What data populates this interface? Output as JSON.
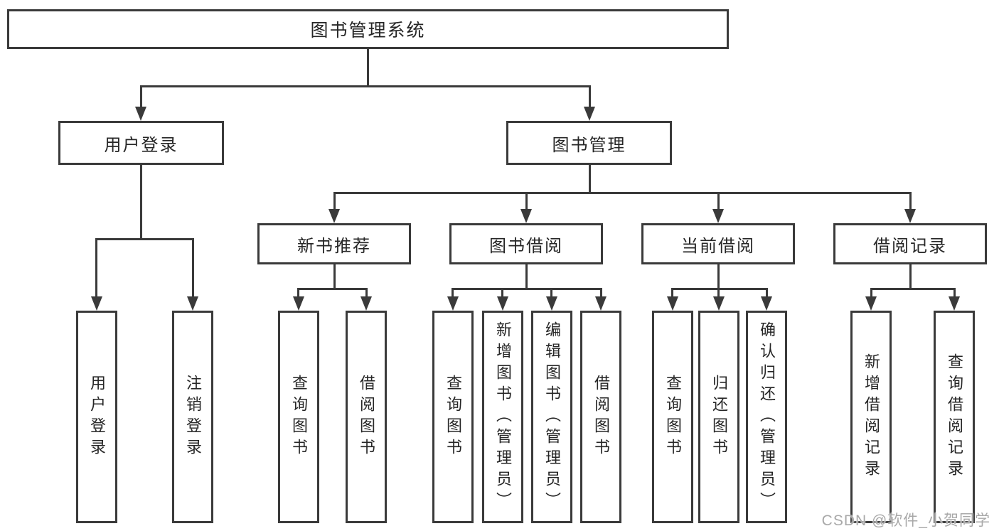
{
  "diagram": {
    "type": "hierarchy-tree",
    "root": {
      "label": "图书管理系统"
    },
    "level2": [
      {
        "label": "用户登录"
      },
      {
        "label": "图书管理"
      }
    ],
    "level3": [
      {
        "label": "新书推荐"
      },
      {
        "label": "图书借阅"
      },
      {
        "label": "当前借阅"
      },
      {
        "label": "借阅记录"
      }
    ],
    "leaves": {
      "login": [
        {
          "label": "用户登录"
        },
        {
          "label": "注销登录"
        }
      ],
      "recommend": [
        {
          "label": "查询图书"
        },
        {
          "label": "借阅图书"
        }
      ],
      "borrow": [
        {
          "label": "查询图书"
        },
        {
          "label": "新增图书（管理员）"
        },
        {
          "label": "编辑图书（管理员）"
        },
        {
          "label": "借阅图书"
        }
      ],
      "current": [
        {
          "label": "查询图书"
        },
        {
          "label": "归还图书"
        },
        {
          "label": "确认归还（管理员）"
        }
      ],
      "records": [
        {
          "label": "新增借阅记录"
        },
        {
          "label": "查询借阅记录"
        }
      ]
    }
  },
  "watermark": {
    "text": "CSDN @软件_小贺同学"
  },
  "colors": {
    "line": "#3a3a3a",
    "text": "#262626",
    "watermark": "#a8a8a8",
    "background": "#ffffff"
  }
}
